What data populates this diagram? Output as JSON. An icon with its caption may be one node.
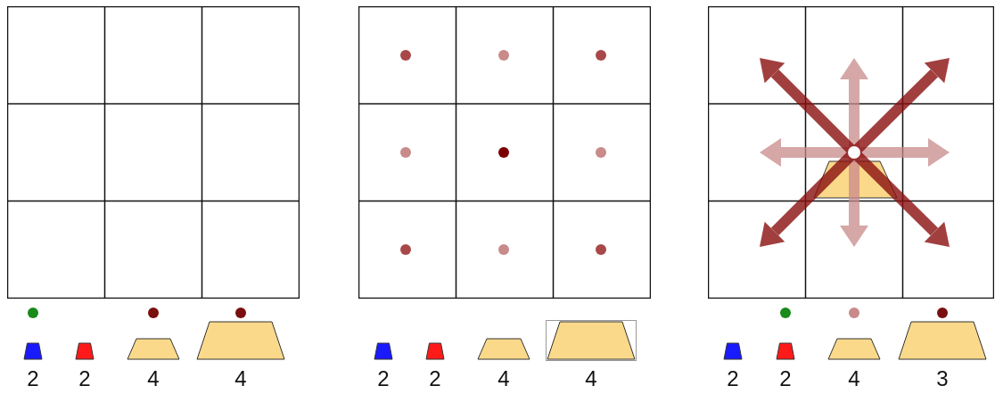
{
  "diagram": {
    "labels": [
      "2",
      "2",
      "4",
      "4",
      "2",
      "2",
      "4",
      "4",
      "2",
      "2",
      "4",
      "3"
    ]
  }
}
